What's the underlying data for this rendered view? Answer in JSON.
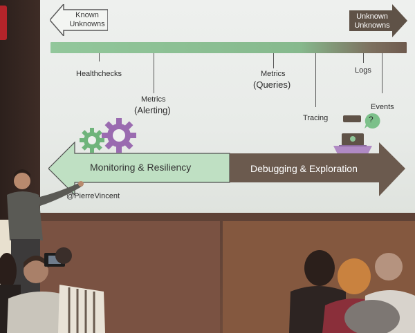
{
  "slide": {
    "left_arrow_label_1": "Known",
    "left_arrow_label_2": "Unknowns",
    "right_arrow_label_1": "Unknown",
    "right_arrow_label_2": "Unknowns",
    "labels": {
      "healthchecks": "Healthchecks",
      "metrics_alerting_1": "Metrics",
      "metrics_alerting_2": "(Alerting)",
      "metrics_queries_1": "Metrics",
      "metrics_queries_2": "(Queries)",
      "tracing": "Tracing",
      "logs": "Logs",
      "events": "Events"
    },
    "band_left": "Monitoring & Resiliency",
    "band_right": "Debugging & Exploration",
    "handle": "@PierreVincent",
    "question_mark": "?",
    "colors": {
      "green": "#8ec598",
      "brown": "#6a5a4d",
      "purple": "#9a6bb0",
      "gear_green": "#6fb47b"
    }
  }
}
